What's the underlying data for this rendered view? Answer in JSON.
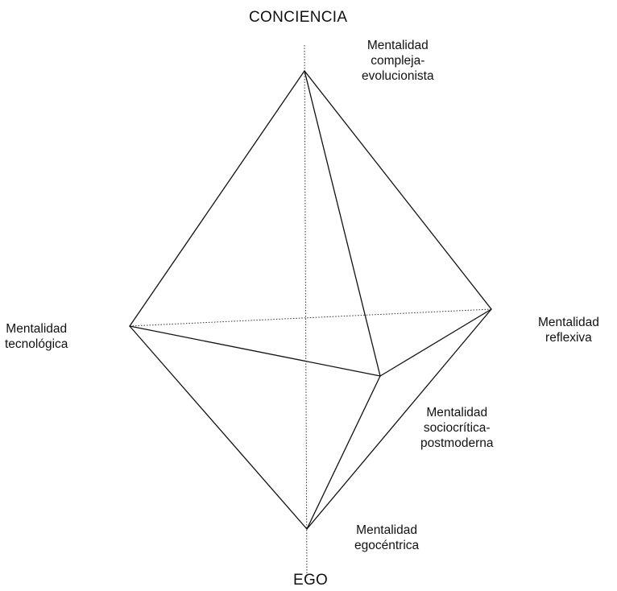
{
  "axis": {
    "top": "CONCIENCIA",
    "bottom": "EGO"
  },
  "vertices": {
    "compleja": [
      "Mentalidad",
      "compleja-",
      "evolucionista"
    ],
    "tecnologica": [
      "Mentalidad",
      "tecnológica"
    ],
    "reflexiva": [
      "Mentalidad",
      "reflexiva"
    ],
    "sociocritica": [
      "Mentalidad",
      "sociocrítica-",
      "postmoderna"
    ],
    "egocentrica": [
      "Mentalidad",
      "egocéntrica"
    ]
  }
}
